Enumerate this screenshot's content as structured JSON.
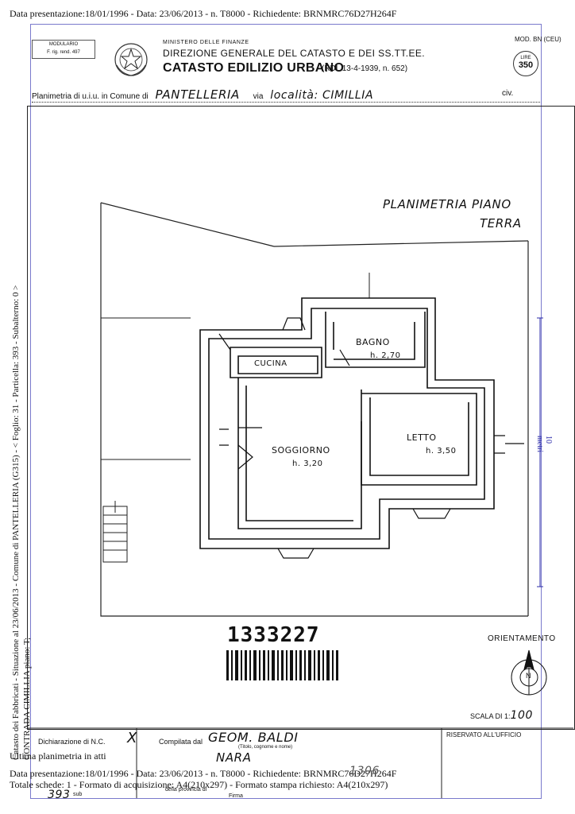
{
  "header_line": "Data presentazione:18/01/1996 - Data: 23/06/2013 - n. T8000 - Richiedente: BRNMRC76D27H264F",
  "modulario": {
    "line1": "MODULARIO",
    "line2": "F. rig. rend. 497"
  },
  "ministry": "MINISTERO DELLE FINANZE",
  "direction": "DIREZIONE GENERALE DEL CATASTO E DEI SS.TT.EE.",
  "catasto": "CATASTO EDILIZIO URBANO",
  "rdl": "(RDL 13-4-1939, n. 652)",
  "mod": "MOD. BN (CEU)",
  "lire_label": "LIRE",
  "lire_value": "350",
  "plan_prefix": "Planimetria di u.i.u. in Comune di",
  "comune": "PANTELLERIA",
  "via_label": "via",
  "localita": "località: CIMILLIA",
  "civ_label": "civ.",
  "plan_title_1": "PLANIMETRIA PIANO",
  "plan_title_2": "TERRA",
  "rooms": {
    "bagno": "BAGNO",
    "bagno_h": "h. 2,70",
    "cucina": "CUCINA",
    "soggiorno": "SOGGIORNO",
    "soggiorno_h": "h. 3,20",
    "letto": "LETTO",
    "letto_h": "h. 3,50"
  },
  "scale_bar": "10 metri",
  "barcode_number": "1333227",
  "orientamento": "ORIENTAMENTO",
  "north": "N",
  "scala": "SCALA DI 1:",
  "scala_value": "100",
  "side_text_1": "Catasto dei Fabbricati - Situazione al 23/06/2013 - Comune di PANTELLERIA (G315) - < Foglio: 31 - Particella: 393 - Subalterno: 0 >",
  "side_text_2": "CONTRADA CIMILLIA piano: T;",
  "dichiarazione": "Dichiarazione di N.C.",
  "dich_mark": "X",
  "compilata": "Compilata dal",
  "compiler_1": "GEOM. BALDI",
  "compiler_sub": "(Titolo, cognome e nome)",
  "compiler_2": "NARA",
  "riservato": "RISERVATO ALL'UFFICIO",
  "ultima": "Ultima planimetria in atti",
  "footer_line_1": "Data presentazione:18/01/1996 - Data: 23/06/2013 - n. T8000 - Richiedente: BRNMRC76D27H264F",
  "footer_line_2": "Totale schede: 1 - Formato di acquisizione: A4(210x297) - Formato stampa richiesto: A4(210x297)",
  "footer_num": "393",
  "footer_num2": "1306",
  "footer_provincia": "della provincia di",
  "footer_firma": "Firma",
  "footer_sub": "sub"
}
